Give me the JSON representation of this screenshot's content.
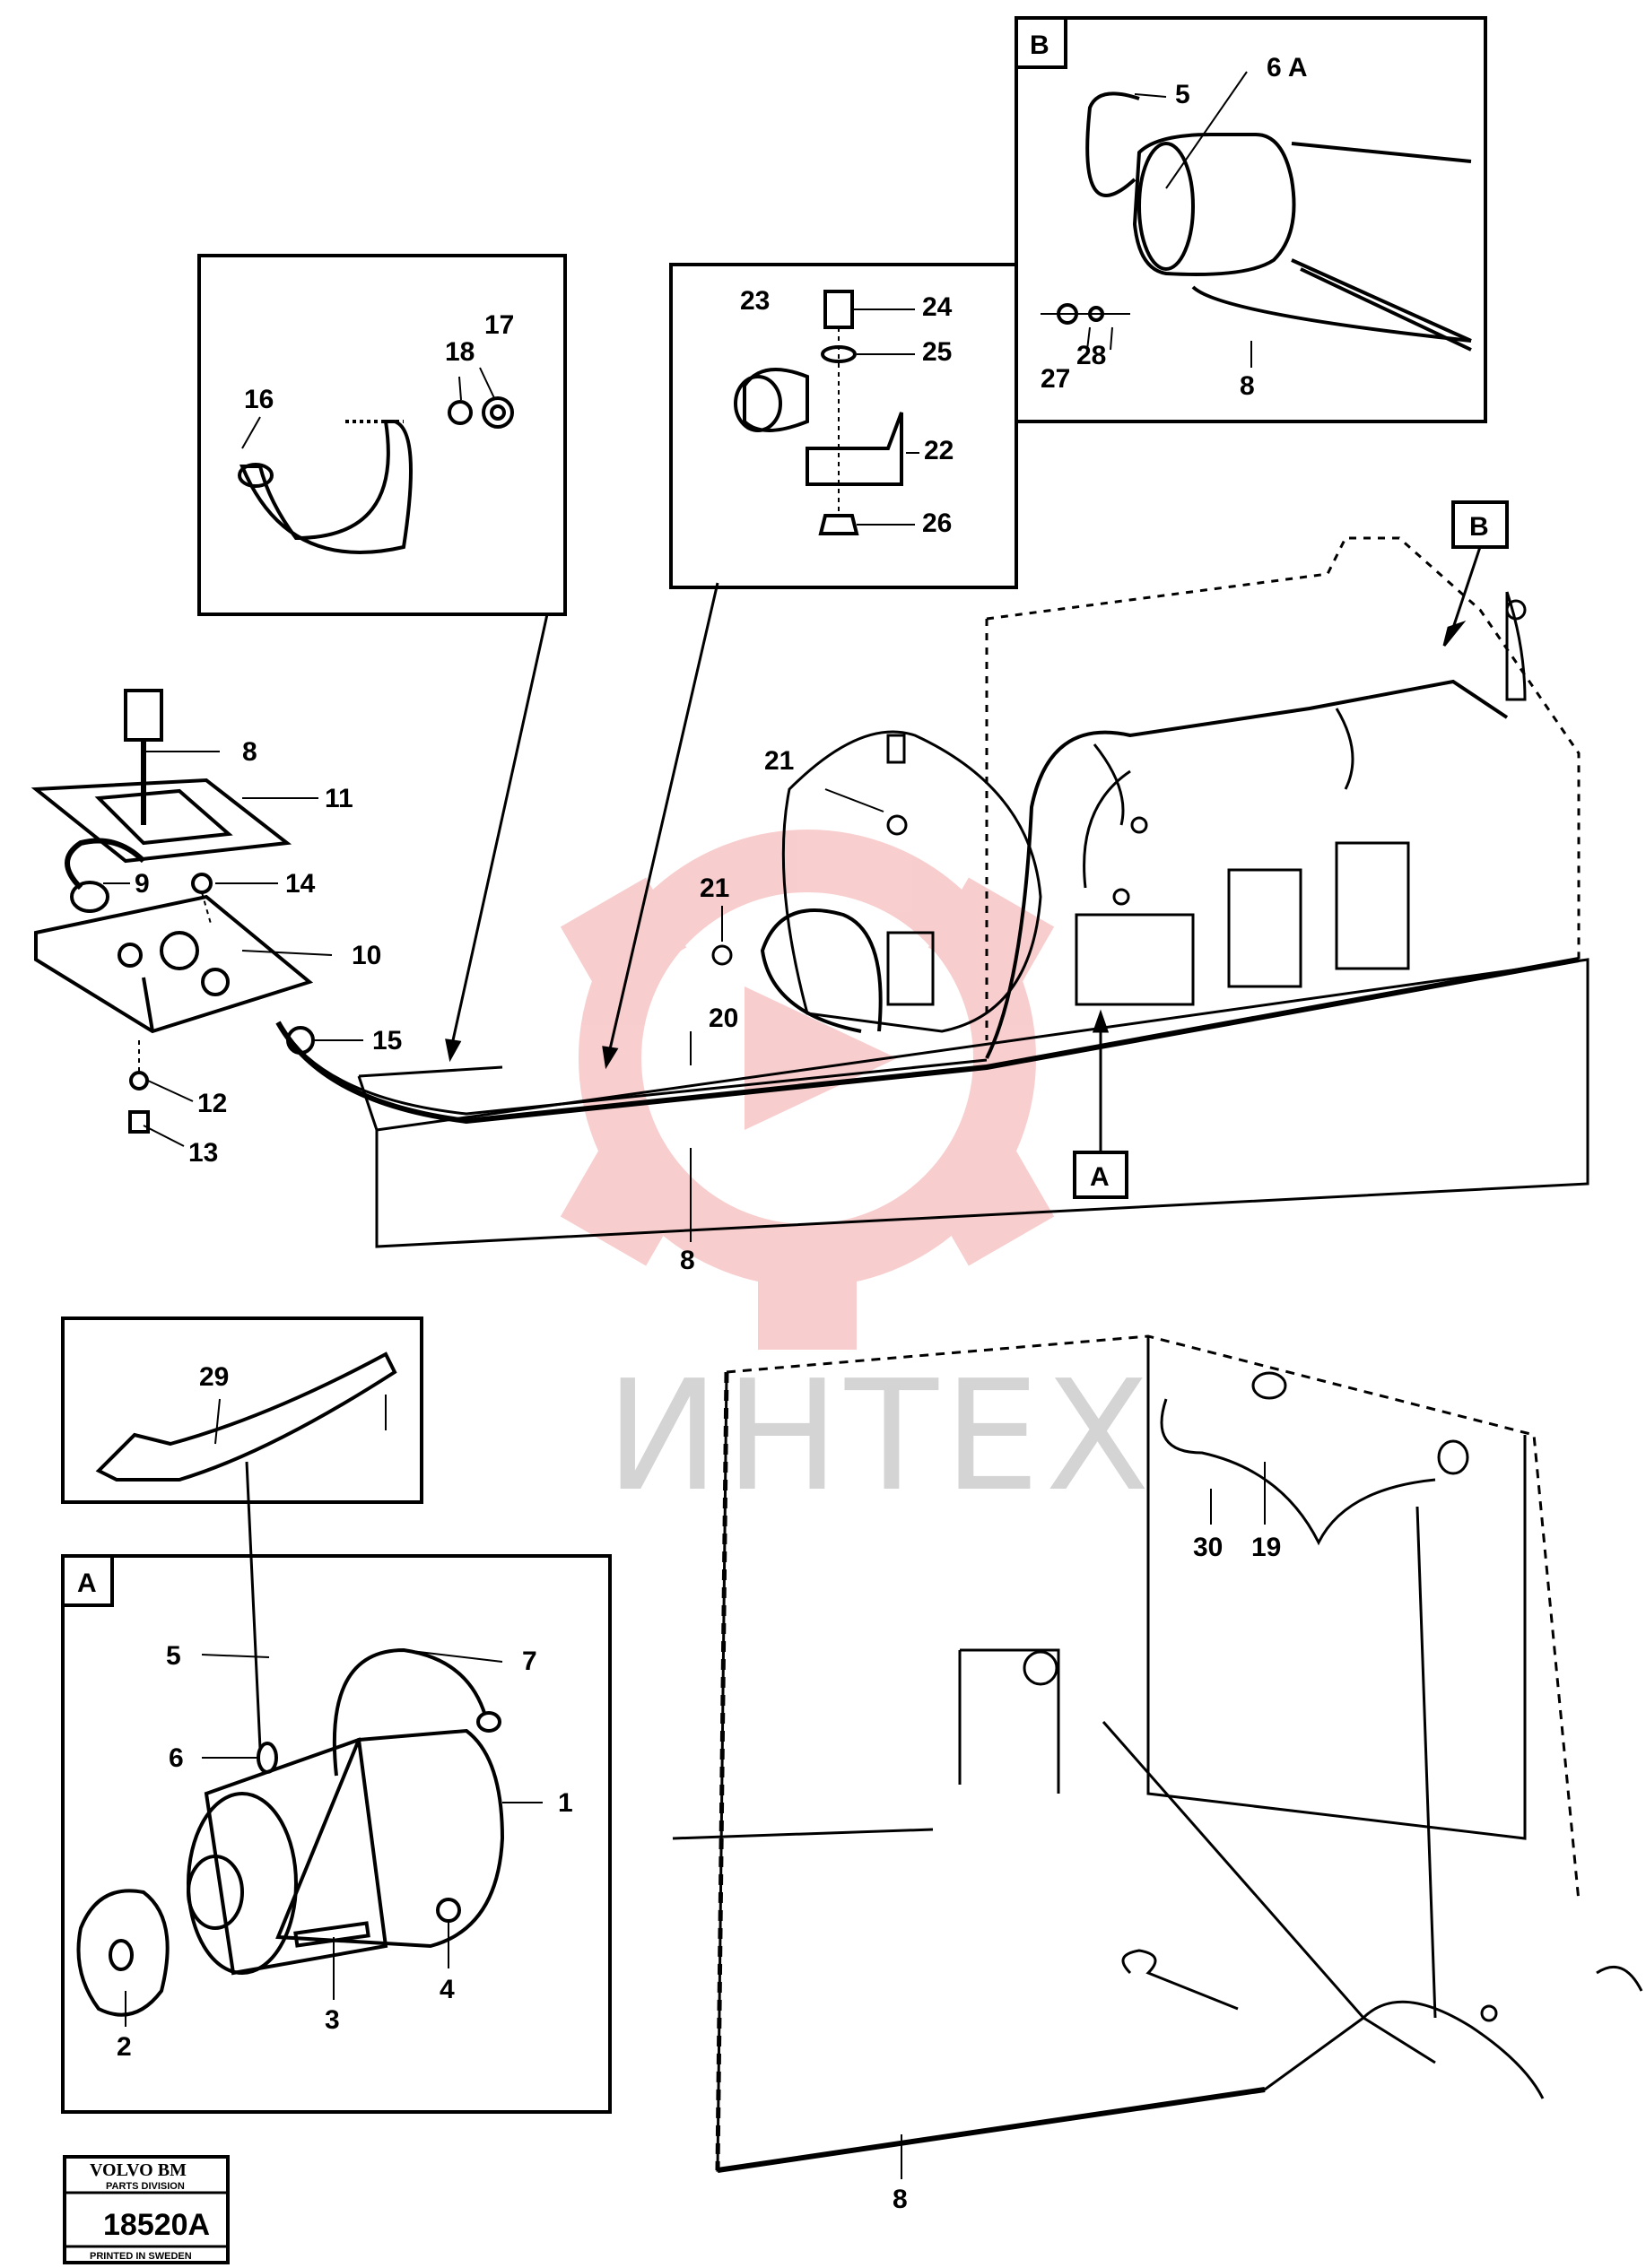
{
  "callouts": [
    "1",
    "2",
    "3",
    "4",
    "5",
    "6",
    "7",
    "8",
    "9",
    "10",
    "11",
    "12",
    "13",
    "14",
    "15",
    "16",
    "17",
    "18",
    "19",
    "20",
    "21",
    "22",
    "23",
    "24",
    "25",
    "26",
    "27",
    "28",
    "29",
    "30"
  ],
  "extra_callouts": {
    "c6a": "6 A",
    "c8b": "8",
    "c8c": "8",
    "c8d": "8",
    "c21b": "21",
    "c5b": "5"
  },
  "view_labels": {
    "a": "A",
    "b": "B"
  },
  "watermark": "ИНТЕХ",
  "stamp": {
    "brand": "VOLVO BM",
    "division": "PARTS DIVISION",
    "number": "18520A",
    "printed": "PRINTED IN SWEDEN"
  },
  "colors": {
    "line": "#000000",
    "watermark_logo": "#f3b8b8",
    "watermark_text": "#d4d4d4"
  }
}
